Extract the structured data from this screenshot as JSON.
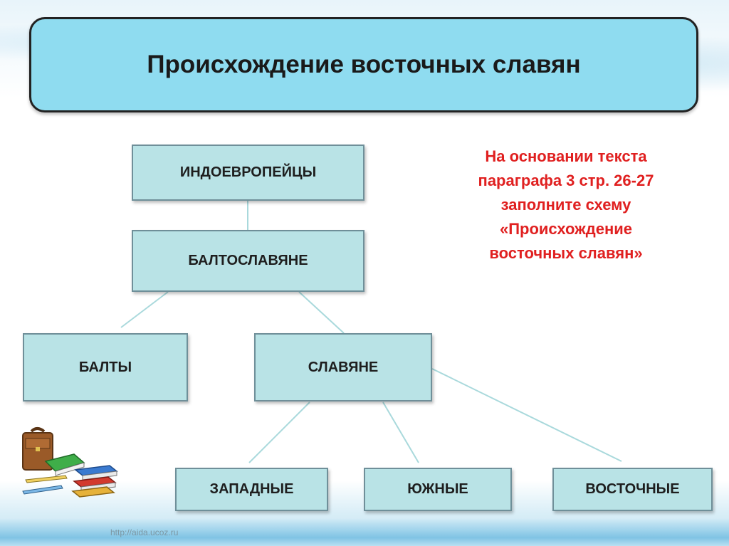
{
  "title": "Происхождение восточных славян",
  "task_lines": [
    "На основании текста",
    "параграфа 3 стр. 26-27",
    "заполните схему",
    "«Происхождение",
    "восточных славян»"
  ],
  "nodes": {
    "indoeuropeans": "ИНДОЕВРОПЕЙЦЫ",
    "baltoslavs": "БАЛТОСЛАВЯНЕ",
    "balts": "БАЛТЫ",
    "slavs": "СЛАВЯНЕ",
    "western": "ЗАПАДНЫЕ",
    "southern": "ЮЖНЫЕ",
    "eastern": "ВОСТОЧНЫЕ"
  },
  "edges": [
    [
      "indoeuropeans",
      "baltoslavs"
    ],
    [
      "baltoslavs",
      "balts"
    ],
    [
      "baltoslavs",
      "slavs"
    ],
    [
      "slavs",
      "western"
    ],
    [
      "slavs",
      "southern"
    ],
    [
      "slavs",
      "eastern"
    ]
  ],
  "footer_url": "http://aida.ucoz.ru",
  "colors": {
    "title_fill": "#8fdcf0",
    "node_fill": "#b9e3e6",
    "task_text": "#e02020",
    "link_line": "#a9d9dc"
  }
}
